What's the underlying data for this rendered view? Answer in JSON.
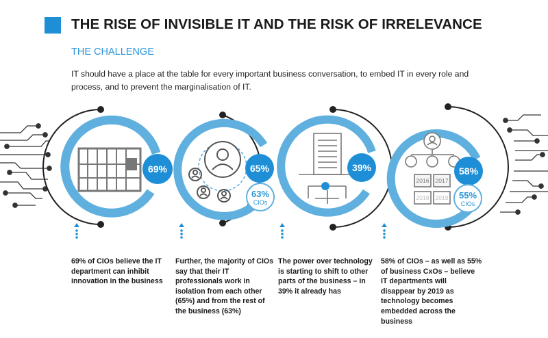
{
  "header": {
    "title": "THE RISE OF INVISIBLE IT AND THE RISK OF IRRELEVANCE",
    "subtitle": "THE CHALLENGE",
    "intro": "IT should have a place at the table for every important business conversation, to embed IT in every role and process, and to prevent the marginalisation of IT."
  },
  "panels": [
    {
      "icon": "prison-bars-lock-icon",
      "stat": "69%",
      "caption": "69% of CIOs believe the IT department can inhibit innovation in the business"
    },
    {
      "icon": "isolated-people-icon",
      "stat": "65%",
      "stat2": "63%",
      "stat2_label": "CIOs",
      "caption": "Further, the majority of CIOs say that their IT professionals work in isolation from each other (65%) and from the rest of the business (63%)"
    },
    {
      "icon": "building-network-icon",
      "stat": "39%",
      "caption": "The power over technology is starting to shift to other parts of the business – in 39% it already has"
    },
    {
      "icon": "org-chart-calendar-icon",
      "stat": "58%",
      "stat2": "55%",
      "stat2_label": "CIOs",
      "years": [
        "2016",
        "2017",
        "2018",
        "2019"
      ],
      "caption": "58% of CIOs – as well as 55% of business CxOs – believe IT departments will disappear by 2019 as technology becomes embedded across the business"
    }
  ],
  "colors": {
    "accent": "#1e8fd6",
    "ring": "#5fb0de",
    "dark": "#222222",
    "grey": "#9a9a9a"
  }
}
